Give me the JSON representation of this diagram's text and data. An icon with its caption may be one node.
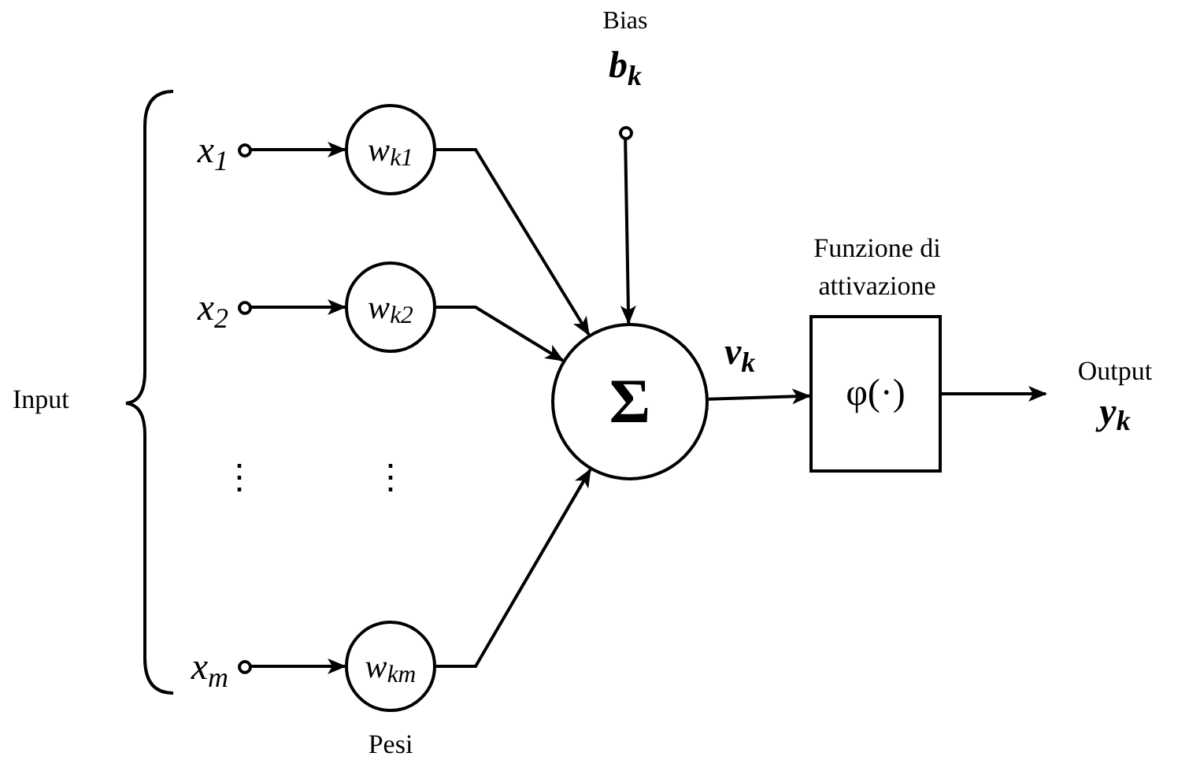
{
  "diagram": {
    "nodes": [
      {
        "text": [],
        "shape": "circle",
        "beside": [
          "x$_{1}$"
        ]
      },
      {
        "text": [
          "w$_{k1}$"
        ]
      },
      {
        "text": [],
        "shape": "circle",
        "beside": [
          "x$_{2}$"
        ]
      },
      {
        "text": [
          "w$_{k2}$"
        ]
      },
      {
        "text": [],
        "shape": "circle",
        "beside": [
          "x$_{m}$"
        ]
      },
      {
        "text": [
          "w$_{km}$"
        ]
      },
      {
        "text": [],
        "shape": "circle",
        "beside": [
          "Bias",
          "b$_{k}$"
        ]
      },
      {
        "text": [
          "Σ"
        ]
      },
      {
        "text": [
          "φ(·)"
        ],
        "beside": [
          "Funzione di attivazione"
        ]
      },
      {
        "text": [
          "Output",
          "y$_{k}$"
        ]
      }
    ],
    "edges": [
      {
        "from": 0,
        "to": 1,
        "arrow": "to"
      },
      {
        "from": 2,
        "to": 3,
        "arrow": "to"
      },
      {
        "from": 4,
        "to": 5,
        "arrow": "to"
      },
      {
        "from": 1,
        "to": 7,
        "arrow": "to"
      },
      {
        "from": 3,
        "to": 7,
        "arrow": "to"
      },
      {
        "from": 5,
        "to": 7,
        "arrow": "to"
      },
      {
        "from": 6,
        "to": 7,
        "arrow": "to"
      },
      {
        "from": 7,
        "to": 8,
        "arrow": "to",
        "label": "v$_{k}$"
      },
      {
        "from": 8,
        "to": 9,
        "arrow": "to"
      }
    ],
    "labels": [
      "Input",
      "⋮",
      "⋮",
      "Pesi"
    ]
  }
}
